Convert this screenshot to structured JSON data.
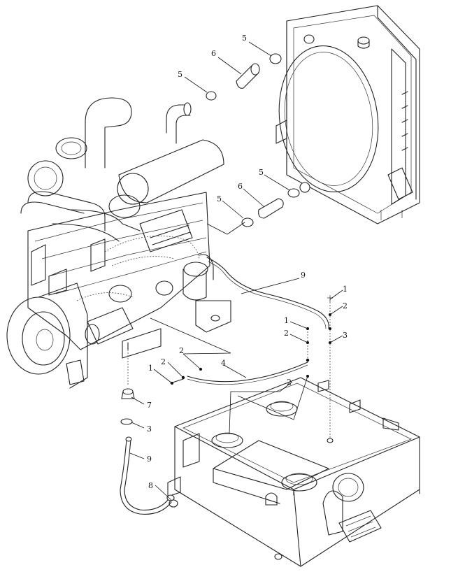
{
  "callouts": {
    "c_5_top": "5",
    "c_6_top": "6",
    "c_5_topleft": "5",
    "c_5_mid": "5",
    "c_6_mid": "6",
    "c_5_left": "5",
    "c_9_hose": "9",
    "c_1_right": "1",
    "c_2_right": "2",
    "c_3_right": "3",
    "c_1_center": "1",
    "c_2_center": "2",
    "c_2_leader": "2",
    "c_1_left": "1",
    "c_2_left": "2",
    "c_4": "4",
    "c_2_tank": "2",
    "c_7": "7",
    "c_3_left": "3",
    "c_9_left": "9",
    "c_8": "8"
  }
}
